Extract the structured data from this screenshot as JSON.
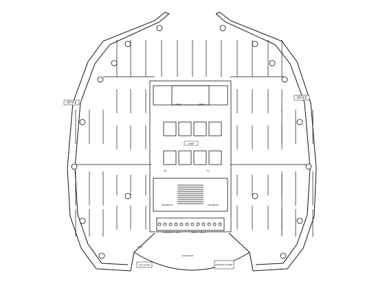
{
  "plan": {
    "rooms": {
      "office_left": "OFFICE",
      "office_right": "OFFICE",
      "stair_left": "STAIR",
      "stair_right": "STAIR",
      "lobby": "LOBBY",
      "vestibule_left": "VESTIBULE",
      "vestibule_right": "VESTIBULE",
      "womens_toilet": "WOMEN'S TOILET",
      "mens_toilet": "MEN'S TOILET",
      "tea_room": "TEA ROOM",
      "fan_room": "FAN ROOM",
      "janitor_closet": "JANITOR CLOSET",
      "tank": "TANK",
      "fire_shaft": "F.S.",
      "lw": "LW"
    }
  }
}
